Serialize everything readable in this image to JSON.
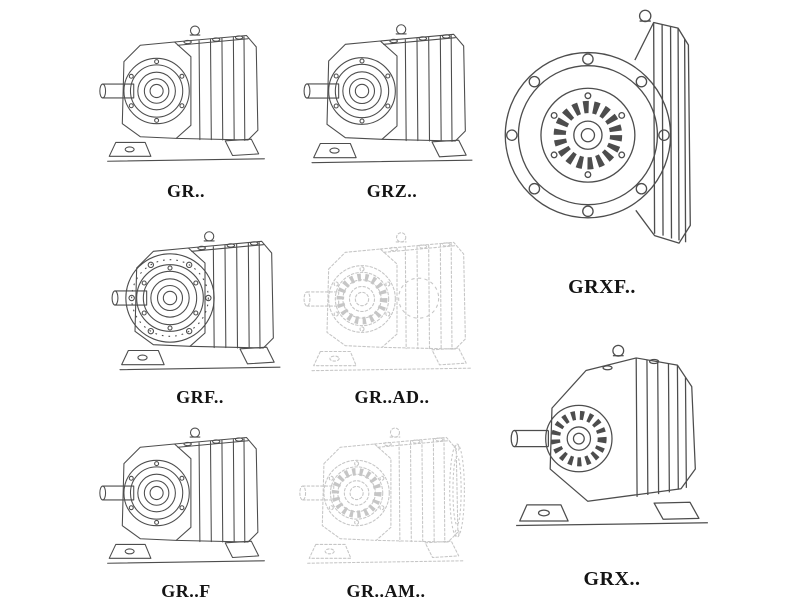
{
  "colors": {
    "page_bg": "#ffffff",
    "line_color": "#4d4d4d",
    "faded_line_color": "#c6c6c6",
    "label_color": "#141414"
  },
  "items": [
    {
      "id": "gr",
      "label": "GR..",
      "style": "solid"
    },
    {
      "id": "grz",
      "label": "GRZ..",
      "style": "solid"
    },
    {
      "id": "grxf",
      "label": "GRXF..",
      "style": "solid"
    },
    {
      "id": "grf",
      "label": "GRF..",
      "style": "solid"
    },
    {
      "id": "gr-ad",
      "label": "GR..AD..",
      "style": "faded"
    },
    {
      "id": "gr-f",
      "label": "GR..F",
      "style": "solid"
    },
    {
      "id": "gr-am",
      "label": "GR..AM..",
      "style": "faded"
    },
    {
      "id": "grx",
      "label": "GRX..",
      "style": "solid"
    }
  ]
}
